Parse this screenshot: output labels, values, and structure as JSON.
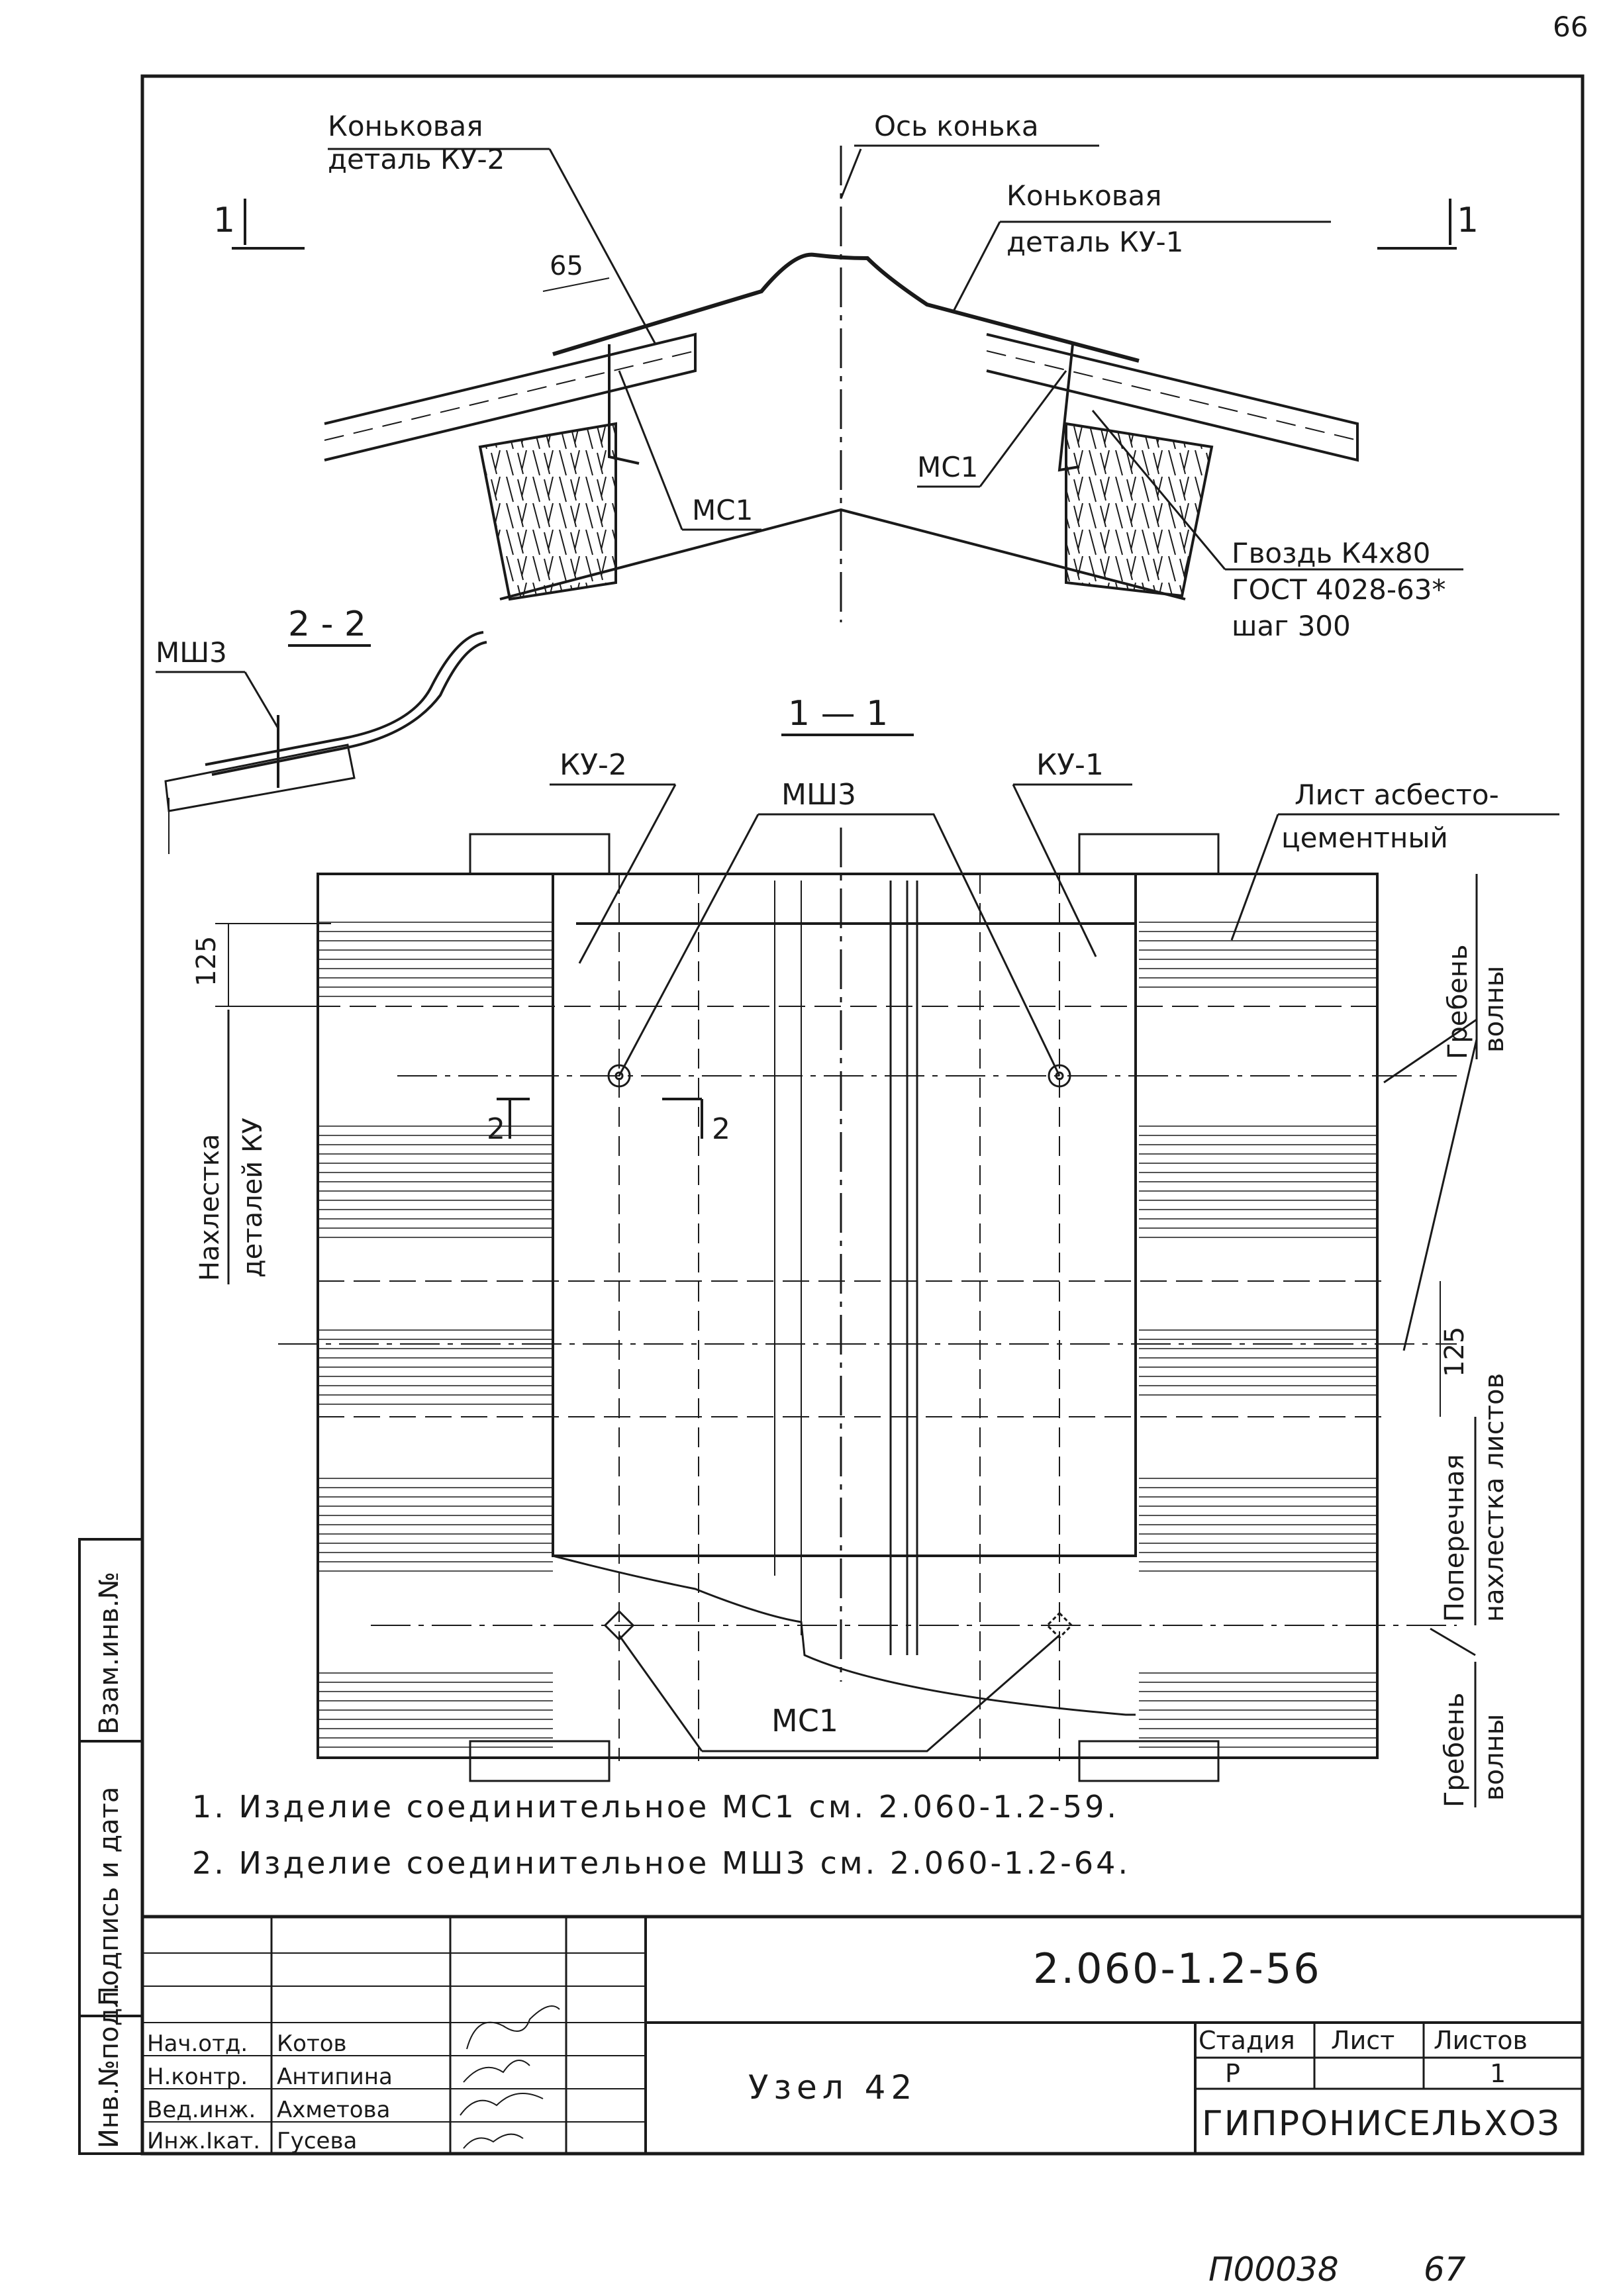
{
  "page": {
    "number_top": "66",
    "number_bottom": "67",
    "archive_code": "П00038"
  },
  "sections": {
    "sec1_left": "1",
    "sec1_right": "1",
    "sec22_title": "2 - 2",
    "sec11_title": "1 — 1",
    "cut2_left": "2",
    "cut2_right": "2"
  },
  "top_view": {
    "ridge_detail_ku2": [
      "Коньковая",
      "деталь КУ-2"
    ],
    "ridge_axis": "Ось конька",
    "ridge_detail_ku1": [
      "Коньковая",
      "деталь КУ-1"
    ],
    "dim_65": "65",
    "ms1_left": "МС1",
    "ms1_right": "МС1",
    "nail": [
      "Гвоздь К4х80",
      "ГОСТ 4028-63*",
      "шаг 300"
    ]
  },
  "detail22": {
    "msh3": "МШ3"
  },
  "plan": {
    "ku2": "КУ-2",
    "msh3": "МШ3",
    "ku1": "КУ-1",
    "sheet": [
      "Лист асбесто-",
      "цементный"
    ],
    "crest_top": [
      "Гребень",
      "волны"
    ],
    "dim_125_left": "125",
    "overlap_ku": [
      "Нахлестка",
      "деталей КУ"
    ],
    "dim_125_right": "125",
    "cross_overlap": [
      "Поперечная",
      "нахлестка листов"
    ],
    "crest_bottom": [
      "Гребень",
      "волны"
    ],
    "ms1": "МС1"
  },
  "notes": [
    "1. Изделие соединительное МС1 см. 2.060-1.2-59.",
    "2. Изделие соединительное МШ3 см. 2.060-1.2-64."
  ],
  "margin": {
    "inv_podl": "Инв.№подл.",
    "sign_date": "Подпись и дата",
    "vzam_inv": "Взам.инв.№"
  },
  "title_block": {
    "code": "2.060-1.2-56",
    "name": "Узел 42",
    "org": "ГИПРОНИСЕЛЬХОЗ",
    "stage_label": "Стадия",
    "stage": "Р",
    "sheet_label": "Лист",
    "sheet": "",
    "sheets_label": "Листов",
    "sheets": "1",
    "people": [
      {
        "role": "Нач.отд.",
        "name": "Котов"
      },
      {
        "role": "Н.контр.",
        "name": "Антипина"
      },
      {
        "role": "Вед.инж.",
        "name": "Ахметова"
      },
      {
        "role": "Инж.Iкат.",
        "name": "Гусева"
      }
    ]
  },
  "colors": {
    "ink": "#1a1a1a",
    "paper": "#ffffff"
  }
}
